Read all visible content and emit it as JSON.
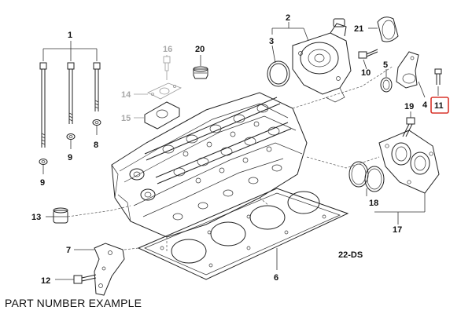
{
  "caption": "PART NUMBER EXAMPLE",
  "diagram_code": "22-DS",
  "highlight_color": "#d9352b",
  "callouts": [
    {
      "label": "1"
    },
    {
      "label": "2"
    },
    {
      "label": "3"
    },
    {
      "label": "4"
    },
    {
      "label": "5"
    },
    {
      "label": "6"
    },
    {
      "label": "7"
    },
    {
      "label": "8"
    },
    {
      "label": "9"
    },
    {
      "label": "9"
    },
    {
      "label": "10"
    },
    {
      "label": "11",
      "highlighted": true
    },
    {
      "label": "12"
    },
    {
      "label": "13"
    },
    {
      "label": "14",
      "muted": true
    },
    {
      "label": "15",
      "muted": true
    },
    {
      "label": "16",
      "muted": true
    },
    {
      "label": "17"
    },
    {
      "label": "18"
    },
    {
      "label": "19"
    },
    {
      "label": "20"
    },
    {
      "label": "21"
    }
  ]
}
